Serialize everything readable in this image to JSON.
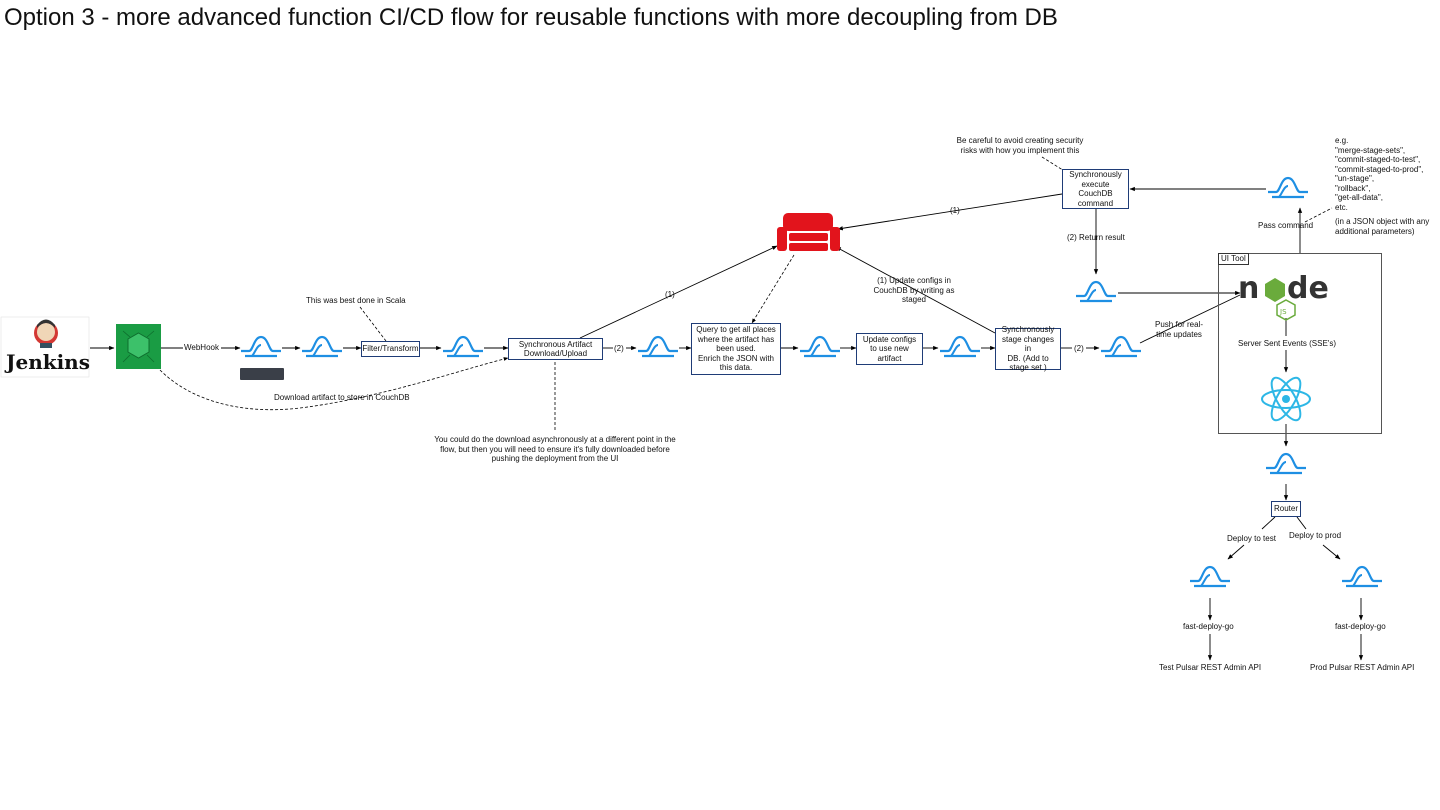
{
  "title": "Option 3 - more advanced function CI/CD flow for reusable functions with more decoupling from DB",
  "logos": {
    "jenkins": "Jenkins",
    "couchdb_icon": "couchdb-couch-icon",
    "node_icon": "nodejs-logo",
    "react_icon": "react-logo",
    "pulsar_icon": "pulsar-function-wave-icon",
    "nexus_icon": "artifact-repository-icon"
  },
  "colors": {
    "wave": "#1e8fe3",
    "box_border": "#1f3c77",
    "couch": "#e2141c",
    "react": "#2db7e6",
    "nexus": "#1a9c44",
    "node_green": "#6aab3c"
  },
  "boxes": {
    "filter": "Filter/Transform",
    "artifact": "Synchronous Artifact\nDownload/Upload",
    "query": "Query to get all places\nwhere the artifact has\nbeen used.\nEnrich the JSON with\nthis data.",
    "update": "Update configs\nto use new\nartifact",
    "stage": "Synchronously\nstage changes in\nDB. (Add to\nstage set.)",
    "execute": "Synchronously\nexecute\nCouchDB\ncommand",
    "router": "Router"
  },
  "labels": {
    "webhook": "WebHook",
    "scala": "This was best done in Scala",
    "download": "Download artifact to store in CouchDB",
    "async": "You could do the download asynchronously at a different point in the\nflow, but then you will need to ensure it's fully downloaded before\npushing the deployment from the UI",
    "two_a": "(2)",
    "two_b": "(2)",
    "one_a": "(1)",
    "one_b": "(1)",
    "update_configs": "(1) Update configs in\nCouchDB by writing as\nstaged",
    "push": "Push for real-\ntime updates",
    "security": "Be careful to avoid creating security\nrisks with how you implement this",
    "return_result": "(2) Return result",
    "pass_command": "Pass command",
    "eg": "e.g.\n  \"merge-stage-sets\",\n  \"commit-staged-to-test\",\n  \"commit-staged-to-prod\",\n  \"un-stage\",\n  \"rollback\",\n  \"get-all-data\",\n  etc.",
    "json_obj": "(in a JSON object with any\nadditional parameters)",
    "ui_tool": "UI Tool",
    "sse": "Server Sent Events (SSE's)",
    "deploy_test": "Deploy to test",
    "deploy_prod": "Deploy to prod",
    "fdg_test": "fast-deploy-go",
    "fdg_prod": "fast-deploy-go",
    "test_api": "Test Pulsar REST Admin API",
    "prod_api": "Prod Pulsar REST Admin API"
  }
}
